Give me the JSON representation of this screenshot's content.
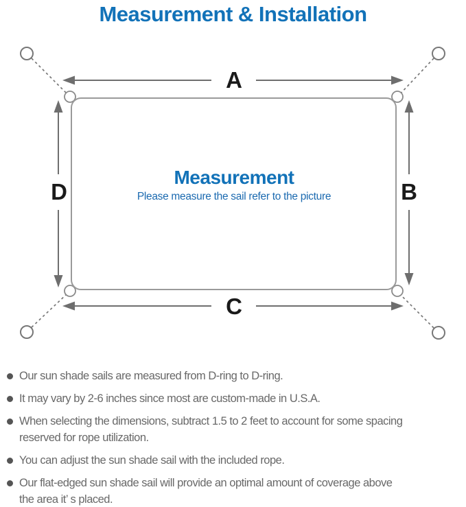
{
  "page": {
    "title": "Measurement & Installation"
  },
  "diagram": {
    "center": {
      "title": "Measurement",
      "subtitle": "Please measure the sail refer to the picture"
    },
    "dimension_labels": {
      "top": "A",
      "right": "B",
      "bottom": "C",
      "left": "D"
    },
    "colors": {
      "accent_blue": "#1272b8",
      "arrow_gray": "#6e6e6e",
      "sail_outline_gray": "#9a9a9a",
      "note_text_gray": "#686868"
    }
  },
  "notes": {
    "items": [
      "Our sun shade sails are measured from D-ring to D-ring.",
      "It may vary by 2-6 inches since most are custom-made in U.S.A.",
      "When selecting the dimensions, subtract 1.5 to 2 feet to account for some spacing\nreserved for rope utilization.",
      "You can adjust the sun shade sail with the included rope.",
      "Our flat-edged sun shade sail will provide an optimal amount of coverage above\nthe area it’ s placed."
    ]
  }
}
